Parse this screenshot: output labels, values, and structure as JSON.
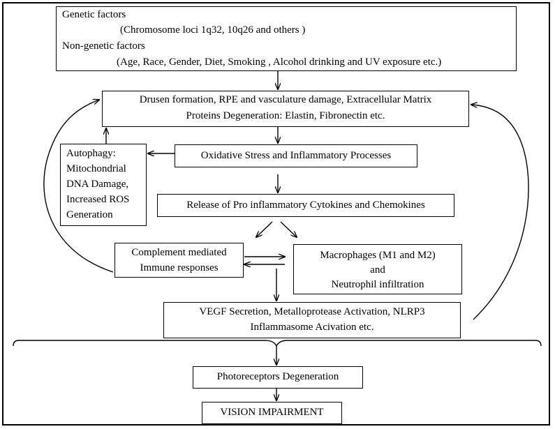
{
  "factors": {
    "genetic_label": "Genetic factors",
    "genetic_detail": "(Chromosome loci 1q32, 10q26 and others )",
    "nongenetic_label": "Non-genetic factors",
    "nongenetic_detail": "(Age, Race, Gender, Diet, Smoking , Alcohol drinking and UV exposure etc.)"
  },
  "drusen": {
    "line1": "Drusen formation, RPE and vasculature damage, Extracellular Matrix",
    "line2": "Proteins Degeneration: Elastin, Fibronectin etc."
  },
  "oxidative": {
    "line1": "Oxidative Stress and Inflammatory Processes"
  },
  "autophagy": {
    "line1": "Autophagy:",
    "line2": "Mitochondrial",
    "line3": "DNA Damage,",
    "line4": "Increased ROS",
    "line5": "Generation"
  },
  "release": {
    "line1": "Release of Pro inflammatory Cytokines and Chemokines"
  },
  "complement": {
    "line1": "Complement mediated",
    "line2": "Immune responses"
  },
  "macrophages": {
    "line1": "Macrophages (M1 and M2)",
    "line2": "and",
    "line3": "Neutrophil infiltration"
  },
  "vegf": {
    "line1": "VEGF Secretion, Metalloprotease Activation, NLRP3",
    "line2": "Inflammasome Acivation etc."
  },
  "photoreceptors": {
    "line1": "Photoreceptors Degeneration"
  },
  "vision": {
    "line1": "VISION IMPAIRMENT"
  }
}
